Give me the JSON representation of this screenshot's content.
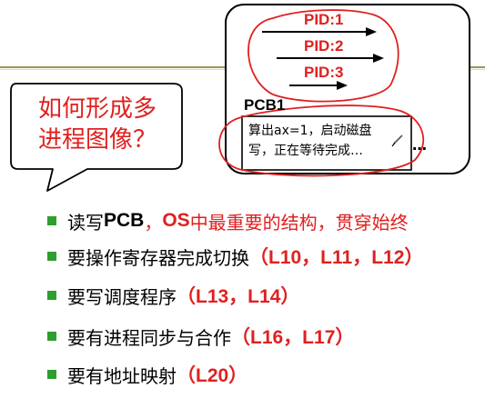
{
  "slide": {
    "bubble": {
      "line1": "如何形成多",
      "line2": "进程图像？"
    },
    "diagram": {
      "pid_labels": [
        "PID:1",
        "PID:2",
        "PID:3"
      ],
      "pcb_title": "PCB1",
      "pcb_line1": "算出ax=1，启动磁盘",
      "pcb_line2": "写，正在等待完成…",
      "ellipsis": "…"
    },
    "bullets": [
      {
        "p1": "读写",
        "p2": "PCB",
        "p3": "，",
        "p4": "OS",
        "p5": "中最重要的结构，贯穿始终"
      },
      {
        "p1": "要操作寄存器完成切换",
        "p2": "（L10，L11，L12）"
      },
      {
        "p1": "要写调度程序",
        "p2": "（L13，L14）"
      },
      {
        "p1": "要有进程同步与合作",
        "p2": "（L16，L17）"
      },
      {
        "p1": "要有地址映射",
        "p2": "（L20）"
      }
    ]
  },
  "colors": {
    "red": "#e02020",
    "bullet_green": "#2e9e2e",
    "rule": "#9a9a52"
  },
  "icons": {
    "bullet": "green-square-bullet-icon",
    "pen": "pen-cursor-icon"
  }
}
